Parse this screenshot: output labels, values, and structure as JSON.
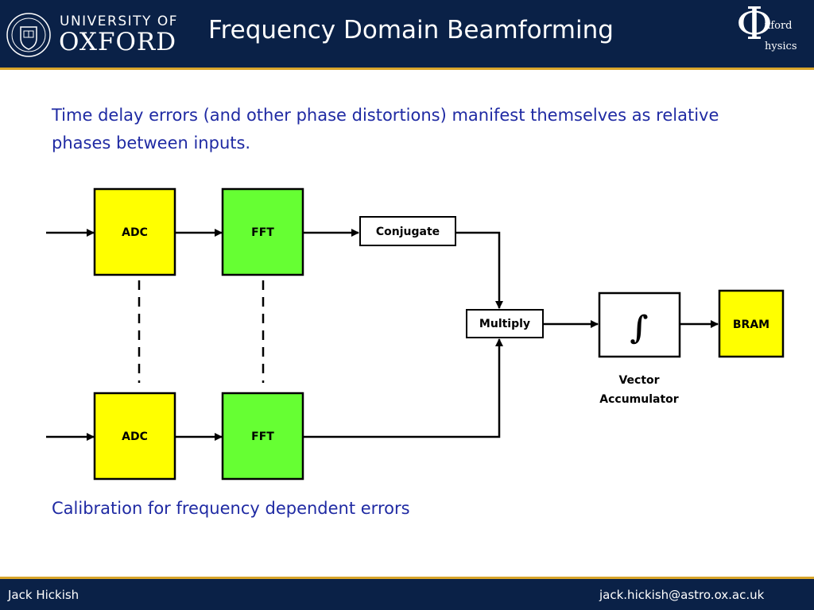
{
  "header": {
    "university_line1": "UNIVERSITY OF",
    "university_line2": "OXFORD",
    "title": "Frequency Domain Beamforming",
    "physics_logo": {
      "symbol": "Φ",
      "line1": "xford",
      "line2": "hysics"
    }
  },
  "body": {
    "intro": "Time delay errors (and other phase distortions) manifest themselves as relative phases between inputs.",
    "calibration": "Calibration for frequency dependent errors"
  },
  "diagram": {
    "adc_top": "ADC",
    "fft_top": "FFT",
    "adc_bottom": "ADC",
    "fft_bottom": "FFT",
    "conjugate": "Conjugate",
    "multiply": "Multiply",
    "integrator_symbol": "∫",
    "vector_accumulator_line1": "Vector",
    "vector_accumulator_line2": "Accumulator",
    "bram": "BRAM"
  },
  "footer": {
    "author": "Jack Hickish",
    "email": "jack.hickish@astro.ox.ac.uk"
  },
  "colors": {
    "header_bg": "#0a2147",
    "accent_rule": "#d9a52a",
    "adc_fill": "#ffff00",
    "fft_fill": "#66ff33",
    "bram_fill": "#ffff00",
    "body_text": "#1f2aa3"
  }
}
